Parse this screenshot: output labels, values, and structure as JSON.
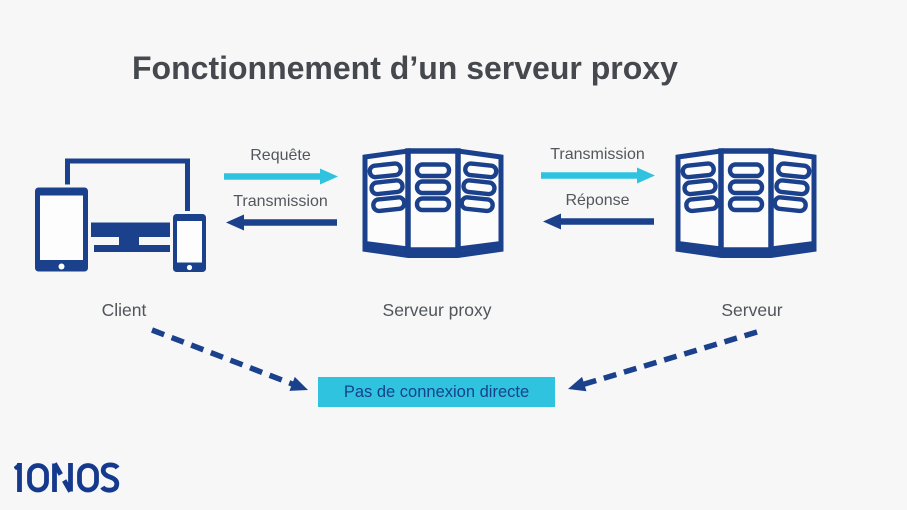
{
  "background_color": "#F7F7F8",
  "accent_colors": {
    "navy": "#1B418C",
    "cyan": "#2FC3DF",
    "title_gray": "#45494E",
    "label_gray": "#50555A"
  },
  "title": "Fonctionnement d’un serveur proxy",
  "nodes": {
    "client": {
      "label": "Client",
      "icon": "client-devices-icon"
    },
    "proxy": {
      "label": "Serveur proxy",
      "icon": "server-rack-icon"
    },
    "server": {
      "label": "Serveur",
      "icon": "server-rack-icon"
    }
  },
  "flows": {
    "client_to_proxy": {
      "top_label": "Requête",
      "top_direction": "right",
      "bottom_label": "Transmission",
      "bottom_direction": "left"
    },
    "proxy_to_server": {
      "top_label": "Transmission",
      "top_direction": "right",
      "bottom_label": "Réponse",
      "bottom_direction": "left"
    }
  },
  "callout": {
    "label": "Pas de connexion directe"
  },
  "brand": {
    "logo": "IONOS"
  }
}
